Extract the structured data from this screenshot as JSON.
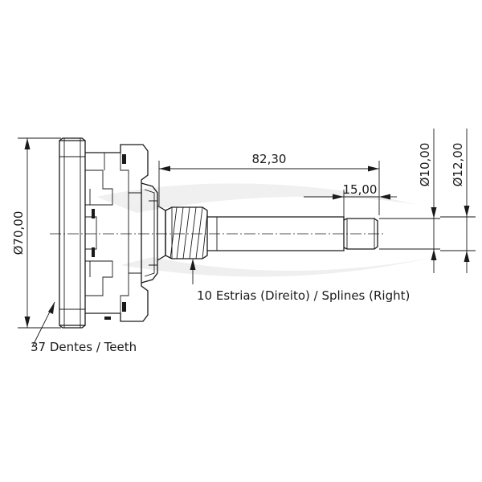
{
  "dimensions": {
    "overall_diameter": "Ø70,00",
    "shaft_length": "82,30",
    "tip_length": "15,00",
    "tip_diameter": "Ø10,00",
    "shaft_diameter": "Ø12,00"
  },
  "callouts": {
    "splines": "10 Estrias (Direito) / Splines (Right)",
    "teeth": "37 Dentes / Teeth"
  }
}
